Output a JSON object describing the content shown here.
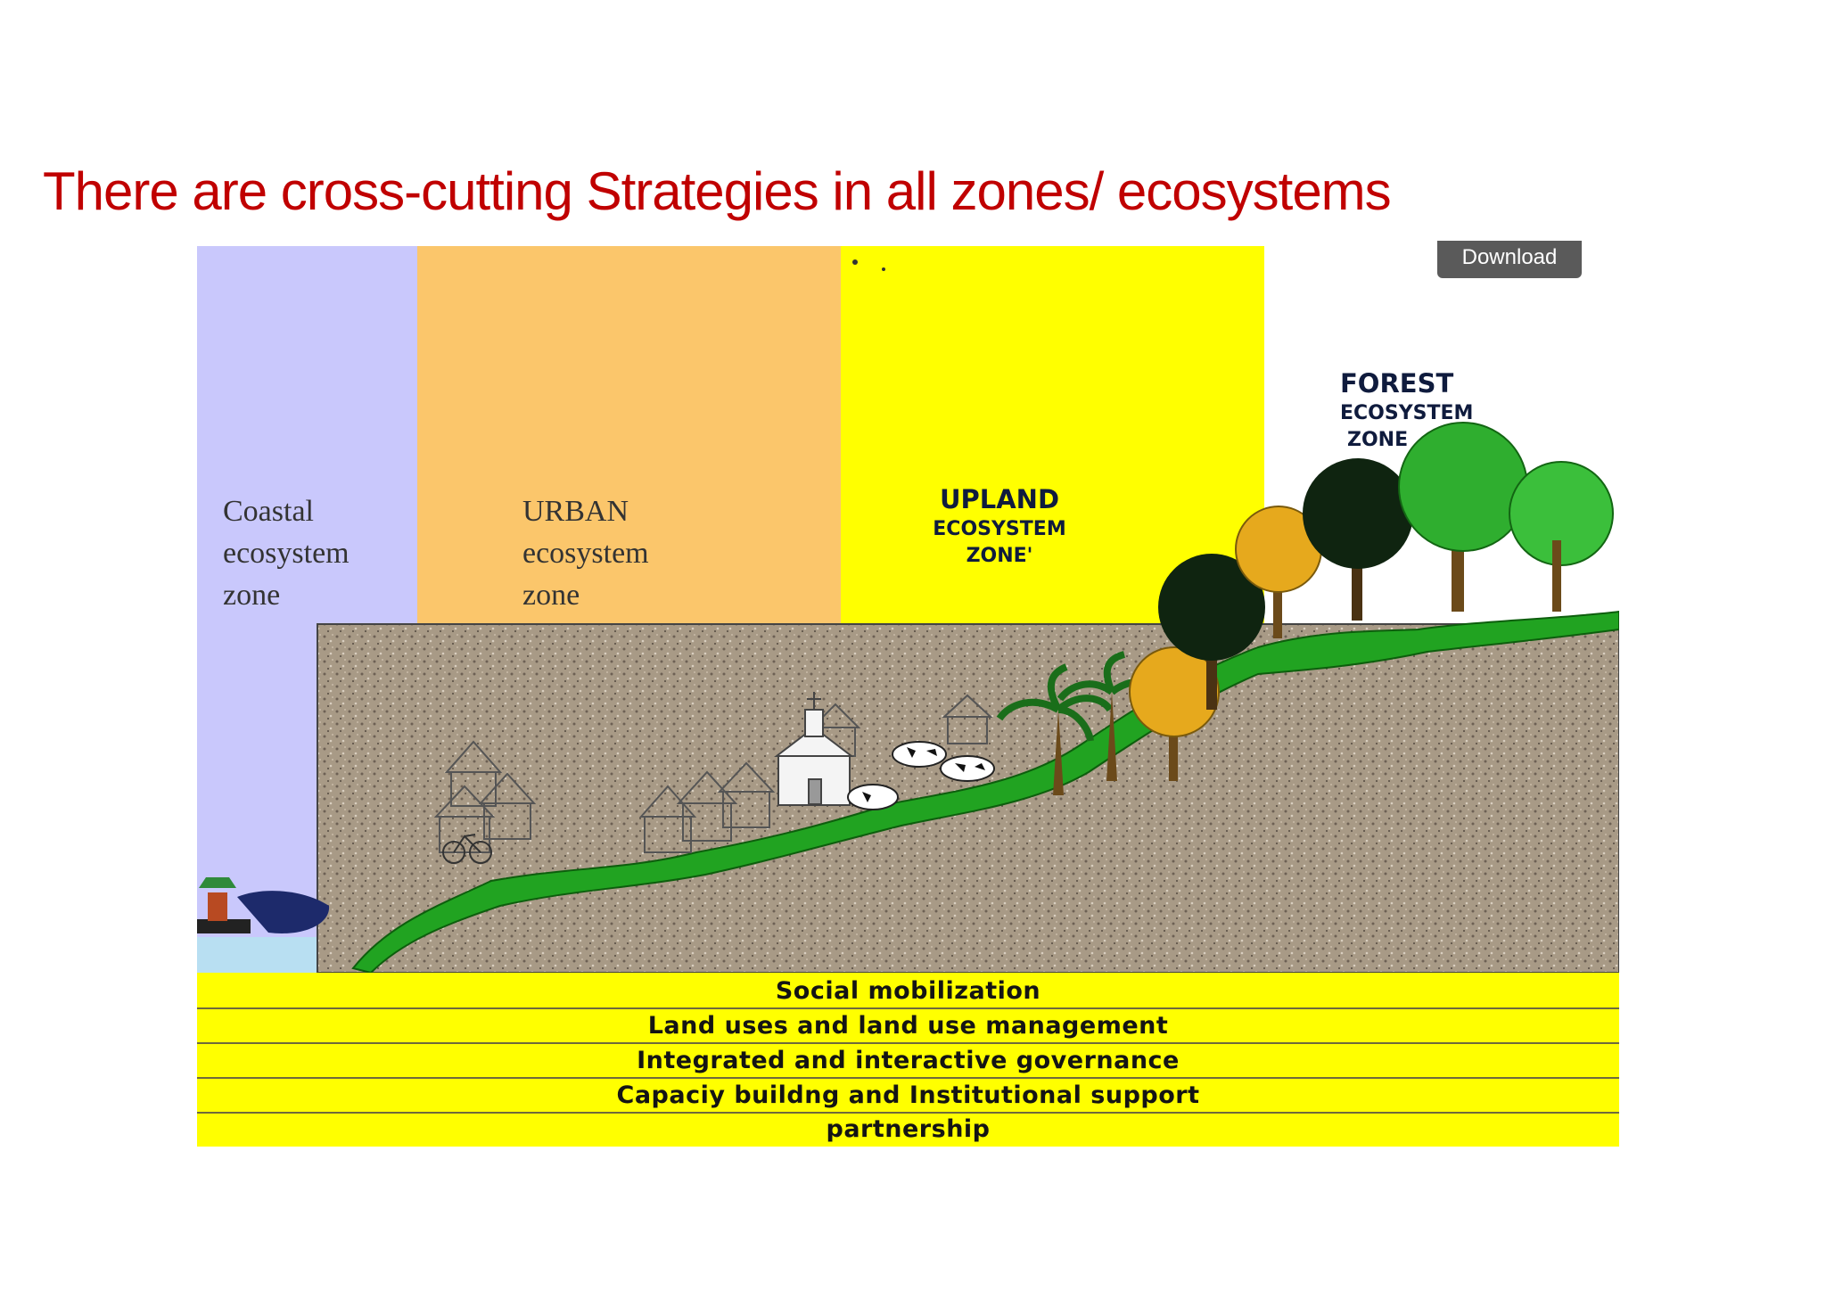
{
  "title": "There are cross-cutting Strategies in all zones/ ecosystems",
  "download_button": "Download",
  "zones": {
    "coastal": [
      "Coastal",
      "ecosystem",
      "zone"
    ],
    "urban": [
      "URBAN",
      "ecosystem",
      "zone"
    ],
    "upland": [
      "UPLAND",
      "ECOSYSTEM",
      "ZONE'"
    ],
    "forest": [
      "FOREST",
      "ECOSYSTEM",
      "ZONE"
    ]
  },
  "strategies": [
    "Social mobilization",
    "Land uses and land use management",
    "Integrated  and interactive governance",
    "Capaciy  buildng  and Institutional support",
    "partnership"
  ],
  "colors": {
    "title": "#c00000",
    "coastal": "#c9c8fc",
    "urban": "#fbc66b",
    "upland": "#ffff00",
    "ground": "#a89a86",
    "vegetation": "#21a321",
    "strategy_band": "#ffff00"
  }
}
